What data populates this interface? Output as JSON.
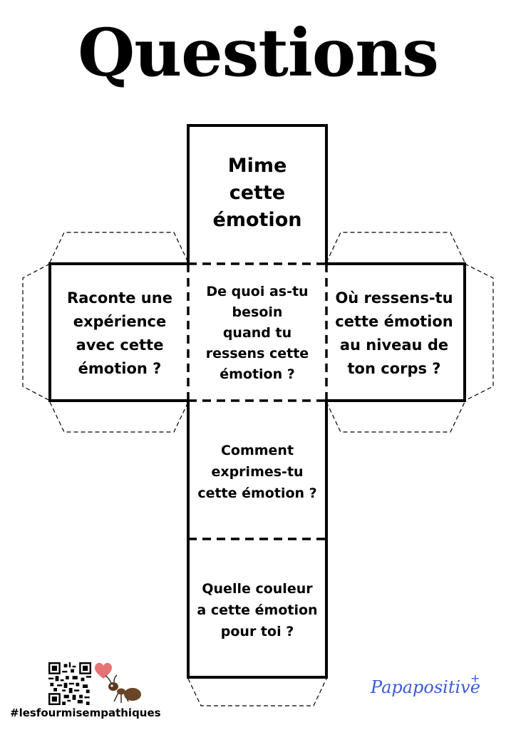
{
  "title": "Questions",
  "faces": {
    "top": "Mime\ncette\némotion",
    "center": "De quoi as-tu\nbesoin\nquand tu\nressens cette\némotion ?",
    "left": "Raconte une\nexpérience\navec cette\némotion ?",
    "right": "Où ressens-tu\ncette émotion\nau niveau de\nton corps ?",
    "middle": "Comment\nexprimes-tu\ncette émotion ?",
    "bottom": "Quelle couleur\na cette émotion\npour toi ?"
  },
  "footer": {
    "hashtag": "#lesfourmisempathiques",
    "brand": "Papapositive",
    "brand_mark": "+"
  },
  "icons": {
    "qr": "qr-code-icon",
    "heart": "heart-icon",
    "ant": "ant-icon"
  },
  "colors": {
    "brand": "#3a5bd9",
    "heart": "#e57373"
  }
}
